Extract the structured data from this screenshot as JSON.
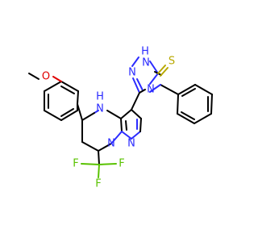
{
  "molecule": {
    "atoms": {
      "triazole_nh": "N",
      "triazole_nh_h": "H",
      "triazole_n_bottom": "N",
      "triazole_n4": "N",
      "thione_s": "S",
      "methoxy_o": "O",
      "pyrimidine_nh": "N",
      "pyrimidine_nh_h": "H",
      "pyrimidine_n_bottom": "N",
      "pyrazole_n": "N",
      "fluorine_1": "F",
      "fluorine_2": "F",
      "fluorine_3": "F"
    },
    "colors": {
      "carbon": "#000000",
      "nitrogen": "#2b2bff",
      "oxygen": "#e00000",
      "sulfur": "#b8a800",
      "fluorine": "#59c200"
    }
  }
}
